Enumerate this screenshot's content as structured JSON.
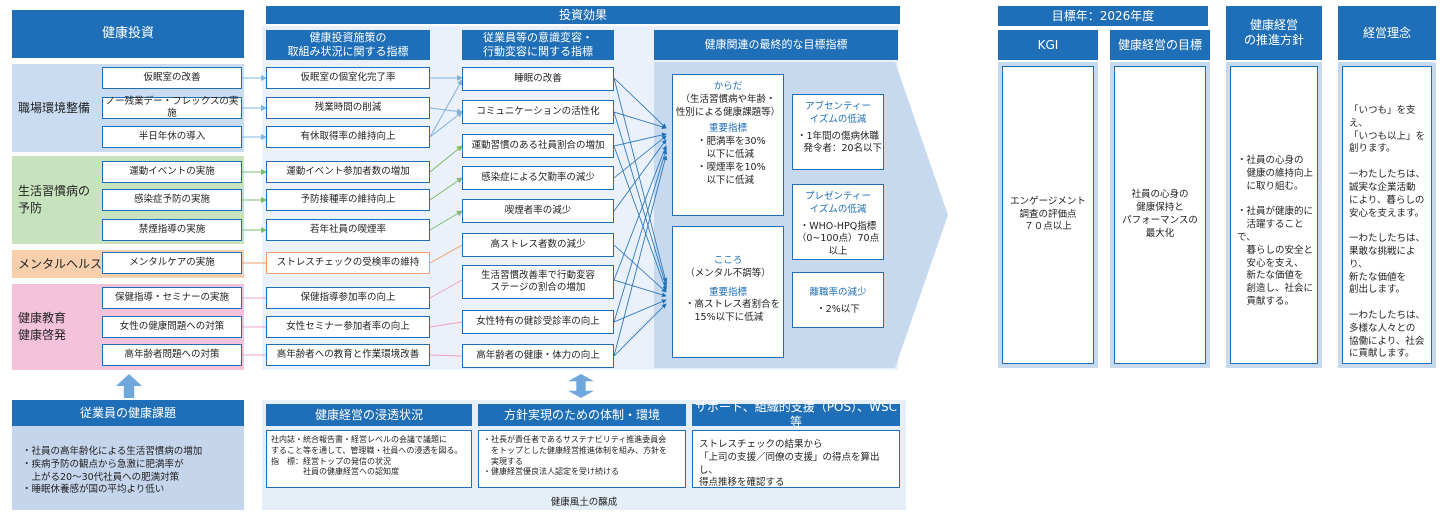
{
  "kenko_toshi": "健康投資",
  "toshi_koka": "投資効果",
  "col_headers": {
    "sesaku": "健康投資施策の\n取組み状況に関する指標",
    "ishiki": "従業員等の意識変容・\n行動変容に関する指標",
    "saishu": "健康関連の最終的な目標指標"
  },
  "categories": [
    {
      "label": "職場環境整備",
      "items": [
        "仮眠室の改善",
        "ノー残業デー・フレックスの実施",
        "半日年休の導入"
      ]
    },
    {
      "label": "生活習慣病の\n予防",
      "items": [
        "運動イベントの実施",
        "感染症予防の実施",
        "禁煙指導の実施"
      ]
    },
    {
      "label": "メンタルヘルス",
      "items": [
        "メンタルケアの実施"
      ]
    },
    {
      "label": "健康教育\n健康啓発",
      "items": [
        "保健指導・セミナーの実施",
        "女性の健康問題への対策",
        "高年齢者問題への対策"
      ]
    }
  ],
  "sesaku_indicators": [
    "仮眠室の個室化完了率",
    "残業時間の削減",
    "有休取得率の維持向上",
    "運動イベント参加者数の増加",
    "予防接種率の維持向上",
    "若年社員の喫煙率",
    "ストレスチェックの受検率の維持",
    "保健指導参加率の向上",
    "女性セミナー参加者率の向上",
    "高年齢者への教育と作業環境改善"
  ],
  "ishiki_indicators": [
    "睡眠の改善",
    "コミュニケーションの活性化",
    "運動習慣のある社員割合の増加",
    "感染症による欠勤率の減少",
    "喫煙者率の減少",
    "高ストレス者数の減少",
    "生活習慣改善率で行動変容\nステージの割合の増加",
    "女性特有の健診受診率の向上",
    "高年齢者の健康・体力の向上"
  ],
  "karada": {
    "title": "からだ",
    "sub": "（生活習慣病や年齢・\n性別による健康課題等）",
    "key_label": "重要指標",
    "key_text": "・肥満率を30%\n　以下に低減\n・喫煙率を10%\n　以下に低減"
  },
  "kokoro": {
    "title": "こころ",
    "sub": "（メンタル不調等）",
    "key_label": "重要指標",
    "key_text": "・高ストレス者割合を\n　15%以下に低減"
  },
  "absenteeism": {
    "title": "アブセンティー\nイズムの低減",
    "text": "・1年間の傷病休職\n　発令者：20名以下"
  },
  "presenteeism": {
    "title": "プレゼンティー\nイズムの低減",
    "text": "・WHO-HPQ指標\n（0~100点）70点以上"
  },
  "turnover": {
    "title": "離職率の減少",
    "text": "・2%以下"
  },
  "target_year": "目標年：2026年度",
  "kgi": {
    "header": "KGI",
    "text": "エンゲージメント\n調査の評価点\n７０点以上"
  },
  "goal": {
    "header": "健康経営の目標",
    "text": "社員の心身の\n健康保持と\nパフォーマンスの\n最大化"
  },
  "policy": {
    "header": "健康経営\nの推進方針",
    "text": "・社員の心身の\n　健康の維持向上\n　に取り組む。\n\n・社員が健康的に\n　活躍することで、\n　暮らしの安全と\n　安心を支え、\n　新たな価値を\n　創造し、社会に\n　貢献する。"
  },
  "philosophy": {
    "header": "経営理念",
    "text": "「いつも」を支え、\n「いつも以上」を\n創ります。\n\n一わたしたちは、\n誠実な企業活動\nにより、暮らしの\n安心を支えます。\n\n一わたしたちは、\n果敢な挑戦により、\n新たな価値を\n創出します。\n\n一わたしたちは、\n多様な人々との\n協働により、社会\nに貢献します。"
  },
  "issues": {
    "header": "従業員の健康課題",
    "text": "・社員の高年齢化による生活習慣病の増加\n・疾病予防の観点から急激に肥満率が\n　上がる20～30代社員への肥満対策\n・睡眠休養感が国の平均より低い"
  },
  "bottom": {
    "penetration": {
      "header": "健康経営の浸透状況",
      "text": "社内誌・統合報告書・経営レベルの会議で議題に\nすること等を通して、管理職・社員への浸透を図る。\n指　標：経営トップの発信の状況\n　　　　社員の健康経営への認知度"
    },
    "system": {
      "header": "方針実現のための体制・環境",
      "text": "・社長が責任者であるサステナビリティ推進委員会\n　をトップとした健康経営推進体制を組み、方針を\n　実現する\n・健康経営優良法人認定を受け続ける"
    },
    "support": {
      "header": "サポート、組織的支援（POS）、WSC等",
      "text": "ストレスチェックの結果から\n「上司の支援／同僚の支援」の得点を算出し、\n得点推移を確認する"
    },
    "footer": "健康風土の醸成"
  }
}
